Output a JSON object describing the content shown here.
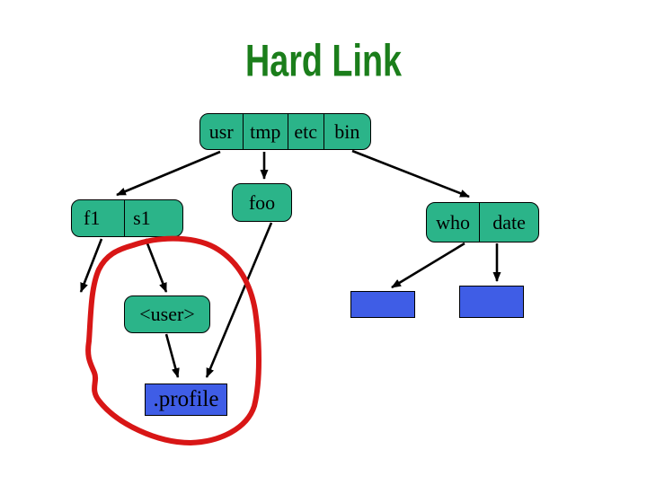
{
  "slide": {
    "title": "Hard Link"
  },
  "colors": {
    "background": "#ffffff",
    "title": "#1b7e1b",
    "directory_fill": "#2bb489",
    "file_fill": "#3f5de6",
    "connector": "#000000",
    "annotation_circle": "#d81616"
  },
  "diagram": {
    "root_directory": {
      "cells": [
        "usr",
        "tmp",
        "etc",
        "bin"
      ]
    },
    "left_directory": {
      "cells": [
        "f1",
        "s1"
      ]
    },
    "foo_directory": {
      "label": "foo"
    },
    "right_directory": {
      "cells": [
        "who",
        "date"
      ]
    },
    "user_directory": {
      "label": "<user>"
    },
    "profile_file": {
      "label": ".profile"
    }
  }
}
